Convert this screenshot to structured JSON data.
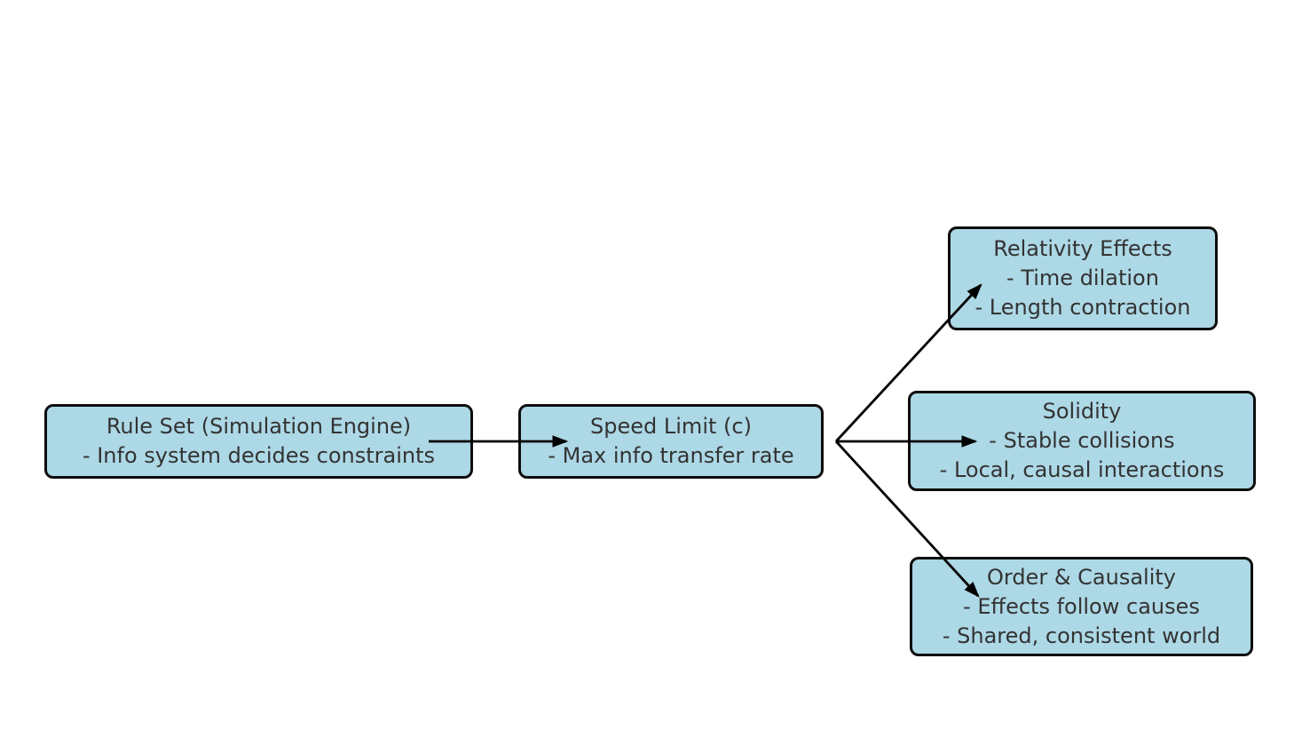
{
  "diagram": {
    "colors": {
      "background": "#ffffff",
      "node_fill": "#add8e6",
      "node_border": "#0d0d0d",
      "text": "#333333",
      "arrow": "#000000"
    },
    "nodes": [
      {
        "id": "rule-set",
        "title": "Rule Set (Simulation Engine)",
        "bullets": [
          "- Info system decides constraints"
        ]
      },
      {
        "id": "speed-limit",
        "title": "Speed Limit (c)",
        "bullets": [
          "- Max info transfer rate"
        ]
      },
      {
        "id": "relativity-effects",
        "title": "Relativity Effects",
        "bullets": [
          "- Time dilation",
          "- Length contraction"
        ]
      },
      {
        "id": "solidity",
        "title": "Solidity",
        "bullets": [
          "- Stable collisions",
          "- Local, causal interactions"
        ]
      },
      {
        "id": "order-causality",
        "title": "Order & Causality",
        "bullets": [
          "- Effects follow causes",
          "- Shared, consistent world"
        ]
      }
    ],
    "edges": [
      {
        "from": "rule-set",
        "to": "speed-limit"
      },
      {
        "from": "speed-limit",
        "to": "relativity-effects"
      },
      {
        "from": "speed-limit",
        "to": "solidity"
      },
      {
        "from": "speed-limit",
        "to": "order-causality"
      }
    ]
  }
}
